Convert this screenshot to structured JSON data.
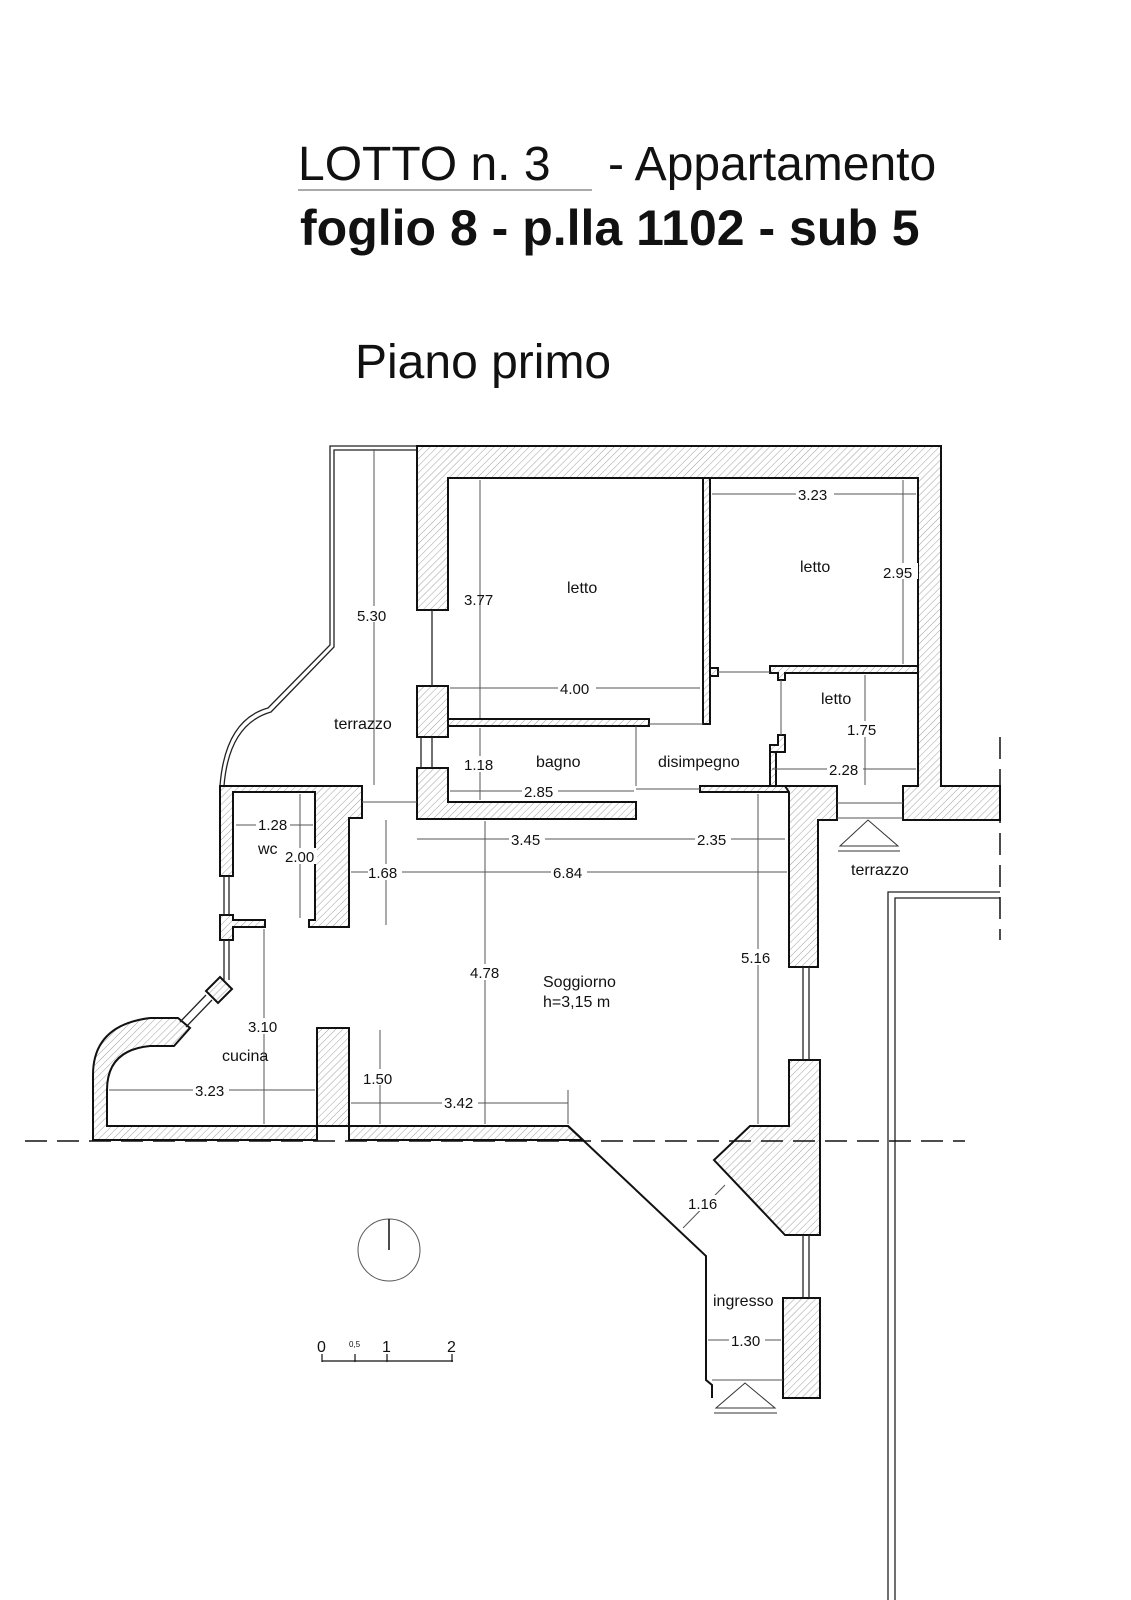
{
  "title": {
    "lotto": "LOTTO n. 3",
    "type": "- Appartamento",
    "cadastral": "foglio 8 - p.lla 1102 - sub 5",
    "floor": "Piano primo"
  },
  "rooms": {
    "letto_1": "letto",
    "letto_2": "letto",
    "letto_3": "letto",
    "bagno": "bagno",
    "disimpegno": "disimpegno",
    "terrazzo_left": "terrazzo",
    "terrazzo_right": "terrazzo",
    "wc": "wc",
    "cucina": "cucina",
    "soggiorno": "Soggiorno",
    "soggiorno_height": "h=3,15 m",
    "ingresso": "ingresso"
  },
  "dimensions": {
    "d530": "5.30",
    "d377": "3.77",
    "d400": "4.00",
    "d323top": "3.23",
    "d295": "2.95",
    "d175": "1.75",
    "d228": "2.28",
    "d118": "1.18",
    "d285": "2.85",
    "d345": "3.45",
    "d235": "2.35",
    "d128": "1.28",
    "d200": "2.00",
    "d168": "1.68",
    "d684": "6.84",
    "d478": "4.78",
    "d516": "5.16",
    "d310": "3.10",
    "d323bot": "3.23",
    "d150": "1.50",
    "d342": "3.42",
    "d116": "1.16",
    "d130": "1.30"
  },
  "scale_bar": {
    "labels": [
      "0",
      "0,5",
      "1",
      "2"
    ]
  },
  "icons": {
    "north": "north-arrow-icon",
    "entrance": "entrance-triangle-icon"
  }
}
